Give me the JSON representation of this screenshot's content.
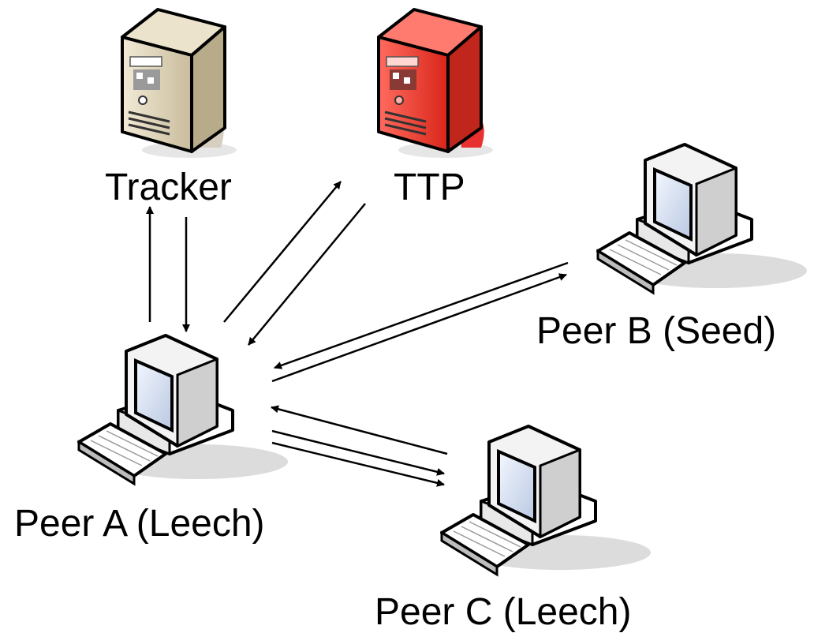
{
  "nodes": {
    "tracker": {
      "label": "Tracker",
      "kind": "server",
      "body_color": "#d8cdb4"
    },
    "ttp": {
      "label": "TTP",
      "kind": "server",
      "body_color": "#e8453a"
    },
    "peer_a": {
      "label": "Peer A (Leech)",
      "kind": "desktop"
    },
    "peer_b": {
      "label": "Peer B (Seed)",
      "kind": "desktop"
    },
    "peer_c": {
      "label": "Peer C (Leech)",
      "kind": "desktop"
    }
  },
  "edges": [
    {
      "from": "peer_a",
      "to": "tracker"
    },
    {
      "from": "tracker",
      "to": "peer_a"
    },
    {
      "from": "peer_a",
      "to": "ttp"
    },
    {
      "from": "ttp",
      "to": "peer_a"
    },
    {
      "from": "peer_b",
      "to": "peer_a"
    },
    {
      "from": "peer_a",
      "to": "peer_b"
    },
    {
      "from": "peer_c",
      "to": "peer_a"
    },
    {
      "from": "peer_a",
      "to": "peer_c"
    },
    {
      "from": "peer_a",
      "to": "peer_c"
    }
  ]
}
